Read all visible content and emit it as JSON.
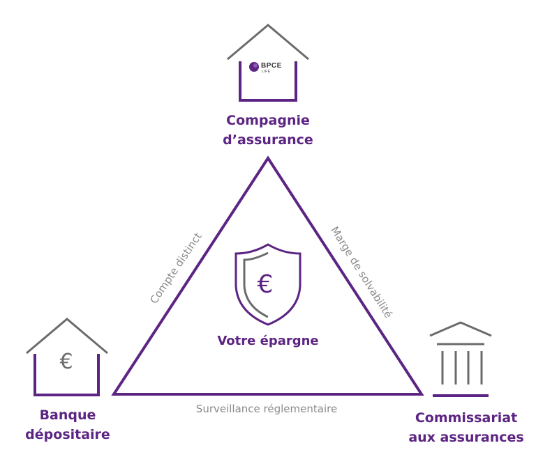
{
  "nodes": {
    "compagnie": {
      "line1": "Compagnie",
      "line2": "d’assurance",
      "logo_text": "BPCE",
      "logo_subtext": "LIFE"
    },
    "banque": {
      "line1": "Banque",
      "line2": "dépositaire",
      "icon_symbol": "€"
    },
    "commissariat": {
      "line1": "Commissariat",
      "line2": "aux assurances"
    },
    "center": {
      "label": "Votre épargne",
      "icon_symbol": "€"
    }
  },
  "edges": {
    "left": "Compte distinct",
    "right": "Marge de solvabilité",
    "bottom": "Surveillance réglementaire"
  },
  "icons": {
    "top": "house-icon",
    "left": "house-euro-icon",
    "right": "institution-columns-icon",
    "center": "shield-euro-icon"
  },
  "colors": {
    "primary": "#5c2483",
    "roof": "#6b6b6b",
    "edge_text": "#8a8a8a"
  }
}
